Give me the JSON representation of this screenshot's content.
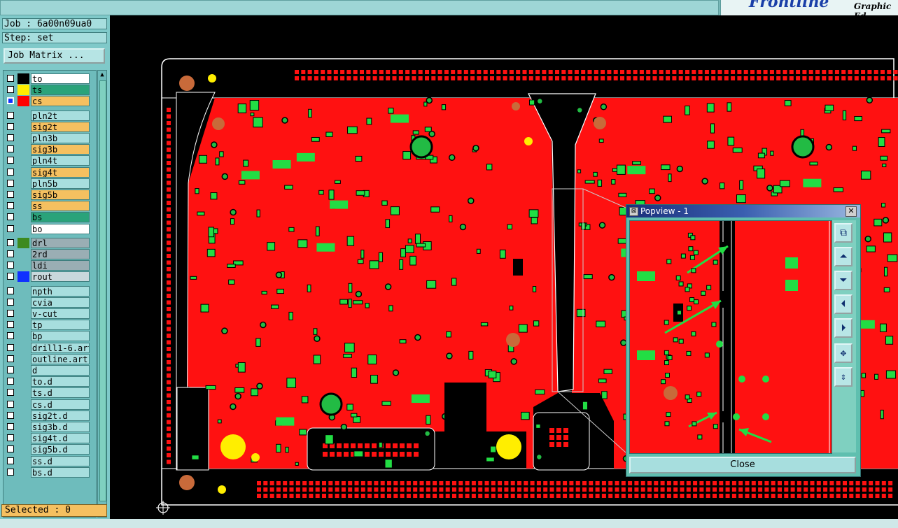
{
  "brand": {
    "name": "Frontline",
    "subtitle": "Graphic Ed"
  },
  "left_panel": {
    "job_line": "Job : 6a00n09ua0",
    "step_line": "Step: set",
    "job_matrix_button": "Job Matrix ...",
    "selected_line": "Selected : 0",
    "layers": [
      {
        "name": "to",
        "color": "#ffffff",
        "swatch": "#000000",
        "y": 0
      },
      {
        "name": "ts",
        "color": "#2aa37a",
        "swatch": "#ffee00",
        "y": 1
      },
      {
        "name": "cs",
        "color": "#f5c060",
        "swatch": "#ff0000",
        "y": 2,
        "active": true
      },
      {
        "name": "pln2t",
        "color": "#a7dede",
        "swatch": "",
        "y": 3
      },
      {
        "name": "sig2t",
        "color": "#f5c060",
        "swatch": "",
        "y": 4
      },
      {
        "name": "pln3b",
        "color": "#a7dede",
        "swatch": "",
        "y": 5
      },
      {
        "name": "sig3b",
        "color": "#f5c060",
        "swatch": "",
        "y": 6
      },
      {
        "name": "pln4t",
        "color": "#a7dede",
        "swatch": "",
        "y": 7
      },
      {
        "name": "sig4t",
        "color": "#f5c060",
        "swatch": "",
        "y": 8
      },
      {
        "name": "pln5b",
        "color": "#a7dede",
        "swatch": "",
        "y": 9
      },
      {
        "name": "sig5b",
        "color": "#f5c060",
        "swatch": "",
        "y": 10
      },
      {
        "name": "ss",
        "color": "#f5c060",
        "swatch": "",
        "y": 11
      },
      {
        "name": "bs",
        "color": "#2aa37a",
        "swatch": "",
        "y": 12
      },
      {
        "name": "bo",
        "color": "#ffffff",
        "swatch": "",
        "y": 13
      },
      {
        "name": "drl",
        "color": "#9aaeb4",
        "swatch": "#3d8a1f",
        "y": 14
      },
      {
        "name": "2rd",
        "color": "#9aaeb4",
        "swatch": "",
        "y": 15
      },
      {
        "name": "ldi",
        "color": "#9aaeb4",
        "swatch": "",
        "y": 16
      },
      {
        "name": "rout",
        "color": "#c8d8dc",
        "swatch": "#1030ff",
        "y": 17
      },
      {
        "name": "npth",
        "color": "#a7dede",
        "swatch": "",
        "y": 18
      },
      {
        "name": "cvia",
        "color": "#a7dede",
        "swatch": "",
        "y": 19
      },
      {
        "name": "v-cut",
        "color": "#a7dede",
        "swatch": "",
        "y": 20
      },
      {
        "name": "tp",
        "color": "#a7dede",
        "swatch": "",
        "y": 21
      },
      {
        "name": "bp",
        "color": "#a7dede",
        "swatch": "",
        "y": 22
      },
      {
        "name": "drill1-6.art",
        "color": "#a7dede",
        "swatch": "",
        "y": 23
      },
      {
        "name": "outline.art",
        "color": "#a7dede",
        "swatch": "",
        "y": 24
      },
      {
        "name": "d",
        "color": "#a7dede",
        "swatch": "",
        "y": 25
      },
      {
        "name": "to.d",
        "color": "#a7dede",
        "swatch": "",
        "y": 26
      },
      {
        "name": "ts.d",
        "color": "#a7dede",
        "swatch": "",
        "y": 27
      },
      {
        "name": "cs.d",
        "color": "#a7dede",
        "swatch": "",
        "y": 28
      },
      {
        "name": "sig2t.d",
        "color": "#a7dede",
        "swatch": "",
        "y": 29
      },
      {
        "name": "sig3b.d",
        "color": "#a7dede",
        "swatch": "",
        "y": 30
      },
      {
        "name": "sig4t.d",
        "color": "#a7dede",
        "swatch": "",
        "y": 31
      },
      {
        "name": "sig5b.d",
        "color": "#a7dede",
        "swatch": "",
        "y": 32
      },
      {
        "name": "ss.d",
        "color": "#a7dede",
        "swatch": "",
        "y": 33
      },
      {
        "name": "bs.d",
        "color": "#a7dede",
        "swatch": "",
        "y": 34
      }
    ]
  },
  "popview": {
    "title": "Popview - 1",
    "close_label": "Close",
    "tools": [
      "zoom-fit-icon",
      "pan-up-icon",
      "pan-down-icon",
      "pan-left-icon",
      "pan-right-icon",
      "zoom-in-icon",
      "zoom-out-icon"
    ]
  },
  "colors": {
    "copper": "#ff0000",
    "pad": "#22dd44",
    "board_bg": "#000000",
    "outline": "#ffffff",
    "panel": "#7fc9c9"
  }
}
